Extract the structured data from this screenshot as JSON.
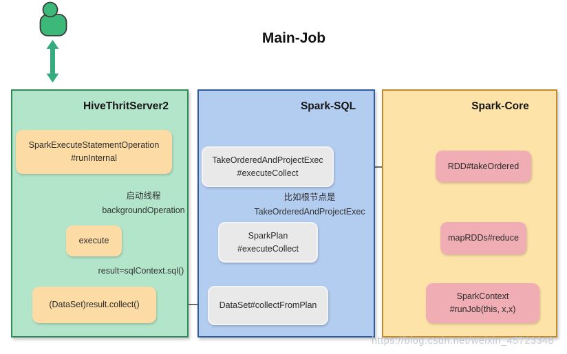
{
  "page": {
    "title": "Main-Job",
    "watermark": "https://blog.csdn.net/weixin_45723348"
  },
  "actor": {
    "icon": "person-icon",
    "color": "#3cb878",
    "arrow_icon": "double-vertical-arrow-icon",
    "arrow_color": "#2aa876"
  },
  "panels": [
    {
      "id": "hive",
      "title": "HiveThritServer2",
      "fill": "#b2e5ca",
      "border": "#2e8b57",
      "node_fill": "#fcdba4",
      "nodes": [
        {
          "id": "runinternal",
          "lines": [
            "SparkExecuteStatementOperation",
            "#runInternal"
          ]
        },
        {
          "id": "execute",
          "lines": [
            "execute"
          ]
        },
        {
          "id": "result-collect",
          "lines": [
            "(DataSet)result.collect()"
          ]
        }
      ]
    },
    {
      "id": "spark-sql",
      "title": "Spark-SQL",
      "fill": "#b3cdf0",
      "border": "#2f5b9e",
      "node_fill": "#e9e9e9",
      "nodes": [
        {
          "id": "takeordered-exec",
          "lines": [
            "TakeOrderedAndProjectExec",
            "#executeCollect"
          ]
        },
        {
          "id": "sparkplan",
          "lines": [
            "SparkPlan",
            "#executeCollect"
          ]
        },
        {
          "id": "collectfromplan",
          "lines": [
            "DataSet#collectFromPlan"
          ]
        }
      ]
    },
    {
      "id": "spark-core",
      "title": "Spark-Core",
      "fill": "#fde3a8",
      "border": "#c08a2d",
      "node_fill": "#f0aeb4",
      "nodes": [
        {
          "id": "rdd-takeordered",
          "lines": [
            "RDD#takeOrdered"
          ]
        },
        {
          "id": "maprdds",
          "lines": [
            "mapRDDs#reduce"
          ]
        },
        {
          "id": "runjob",
          "lines": [
            "SparkContext",
            "#runJob(this, x,x)"
          ]
        }
      ]
    }
  ],
  "edge_labels": {
    "start_thread": {
      "line1": "启动线程",
      "line2": "backgroundOperation"
    },
    "sql_call": {
      "line1": "result=sqlContext.sql()"
    },
    "root_node": {
      "line1": "比如根节点是",
      "line2": "TakeOrderedAndProjectExec"
    }
  }
}
